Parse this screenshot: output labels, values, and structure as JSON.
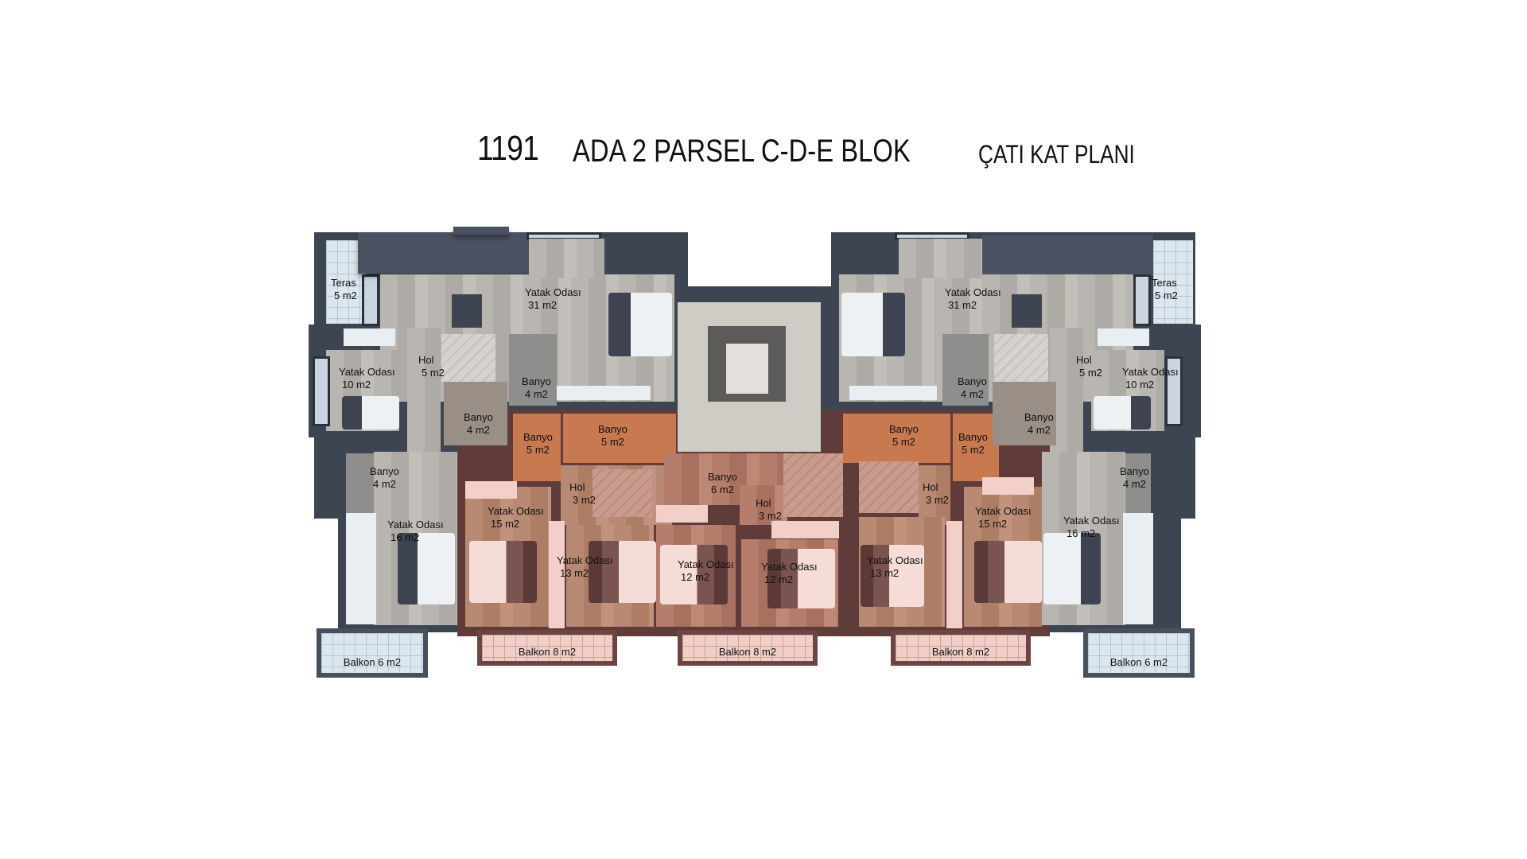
{
  "title": {
    "number": "1191",
    "main": "ADA 2 PARSEL C-D-E BLOK",
    "subtitle": "ÇATI KAT PLANI"
  },
  "colors": {
    "wall": "#3e4552",
    "grey_unit_floor": "#b9b6b1",
    "warm_unit_floor": "#b98a73",
    "red_unit_floor": "#b57d6c",
    "balcony_blue": "#dbe6ef",
    "balcony_pink": "#f0cfc8"
  },
  "rooms": {
    "left_teras": {
      "name": "Teras",
      "area": "5 m2"
    },
    "left_master": {
      "name": "Yatak Odası",
      "area": "31 m2"
    },
    "left_hol": {
      "name": "Hol",
      "area": "5 m2"
    },
    "left_bed10": {
      "name": "Yatak Odası",
      "area": "10 m2"
    },
    "left_banyo_a": {
      "name": "Banyo",
      "area": "4 m2"
    },
    "left_banyo_b": {
      "name": "Banyo",
      "area": "4 m2"
    },
    "left_banyo_c": {
      "name": "Banyo",
      "area": "4 m2"
    },
    "left_bed16": {
      "name": "Yatak Odası",
      "area": "16 m2"
    },
    "left_balkon6": {
      "name": "Balkon",
      "area": "6 m2",
      "label": "Balkon 6 m2"
    },
    "lm_banyo_a": {
      "name": "Banyo",
      "area": "5 m2"
    },
    "lm_banyo_b": {
      "name": "Banyo",
      "area": "5 m2"
    },
    "lm_hol": {
      "name": "Hol",
      "area": "3 m2"
    },
    "lm_bed15": {
      "name": "Yatak Odası",
      "area": "15 m2"
    },
    "lm_bed13": {
      "name": "Yatak Odası",
      "area": "13 m2"
    },
    "lm_balkon8": {
      "label": "Balkon 8 m2"
    },
    "c_banyo": {
      "name": "Banyo",
      "area": "6 m2"
    },
    "c_hol": {
      "name": "Hol",
      "area": "3 m2"
    },
    "c_bed12a": {
      "name": "Yatak Odası",
      "area": "12 m2"
    },
    "c_bed12b": {
      "name": "Yatak Odası",
      "area": "12 m2"
    },
    "c_balkon8": {
      "label": "Balkon 8 m2"
    },
    "rm_banyo_a": {
      "name": "Banyo",
      "area": "5 m2"
    },
    "rm_banyo_b": {
      "name": "Banyo",
      "area": "5 m2"
    },
    "rm_hol": {
      "name": "Hol",
      "area": "3 m2"
    },
    "rm_bed15": {
      "name": "Yatak Odası",
      "area": "15 m2"
    },
    "rm_bed13": {
      "name": "Yatak Odası",
      "area": "13 m2"
    },
    "rm_balkon8": {
      "label": "Balkon 8 m2"
    },
    "right_teras": {
      "name": "Teras",
      "area": "5 m2"
    },
    "right_master": {
      "name": "Yatak Odası",
      "area": "31 m2"
    },
    "right_hol": {
      "name": "Hol",
      "area": "5 m2"
    },
    "right_bed10": {
      "name": "Yatak Odası",
      "area": "10 m2"
    },
    "right_banyo_a": {
      "name": "Banyo",
      "area": "4 m2"
    },
    "right_banyo_b": {
      "name": "Banyo",
      "area": "4 m2"
    },
    "right_banyo_c": {
      "name": "Banyo",
      "area": "4 m2"
    },
    "right_bed16": {
      "name": "Yatak Odası",
      "area": "16 m2"
    },
    "right_balkon6": {
      "label": "Balkon 6 m2"
    }
  }
}
